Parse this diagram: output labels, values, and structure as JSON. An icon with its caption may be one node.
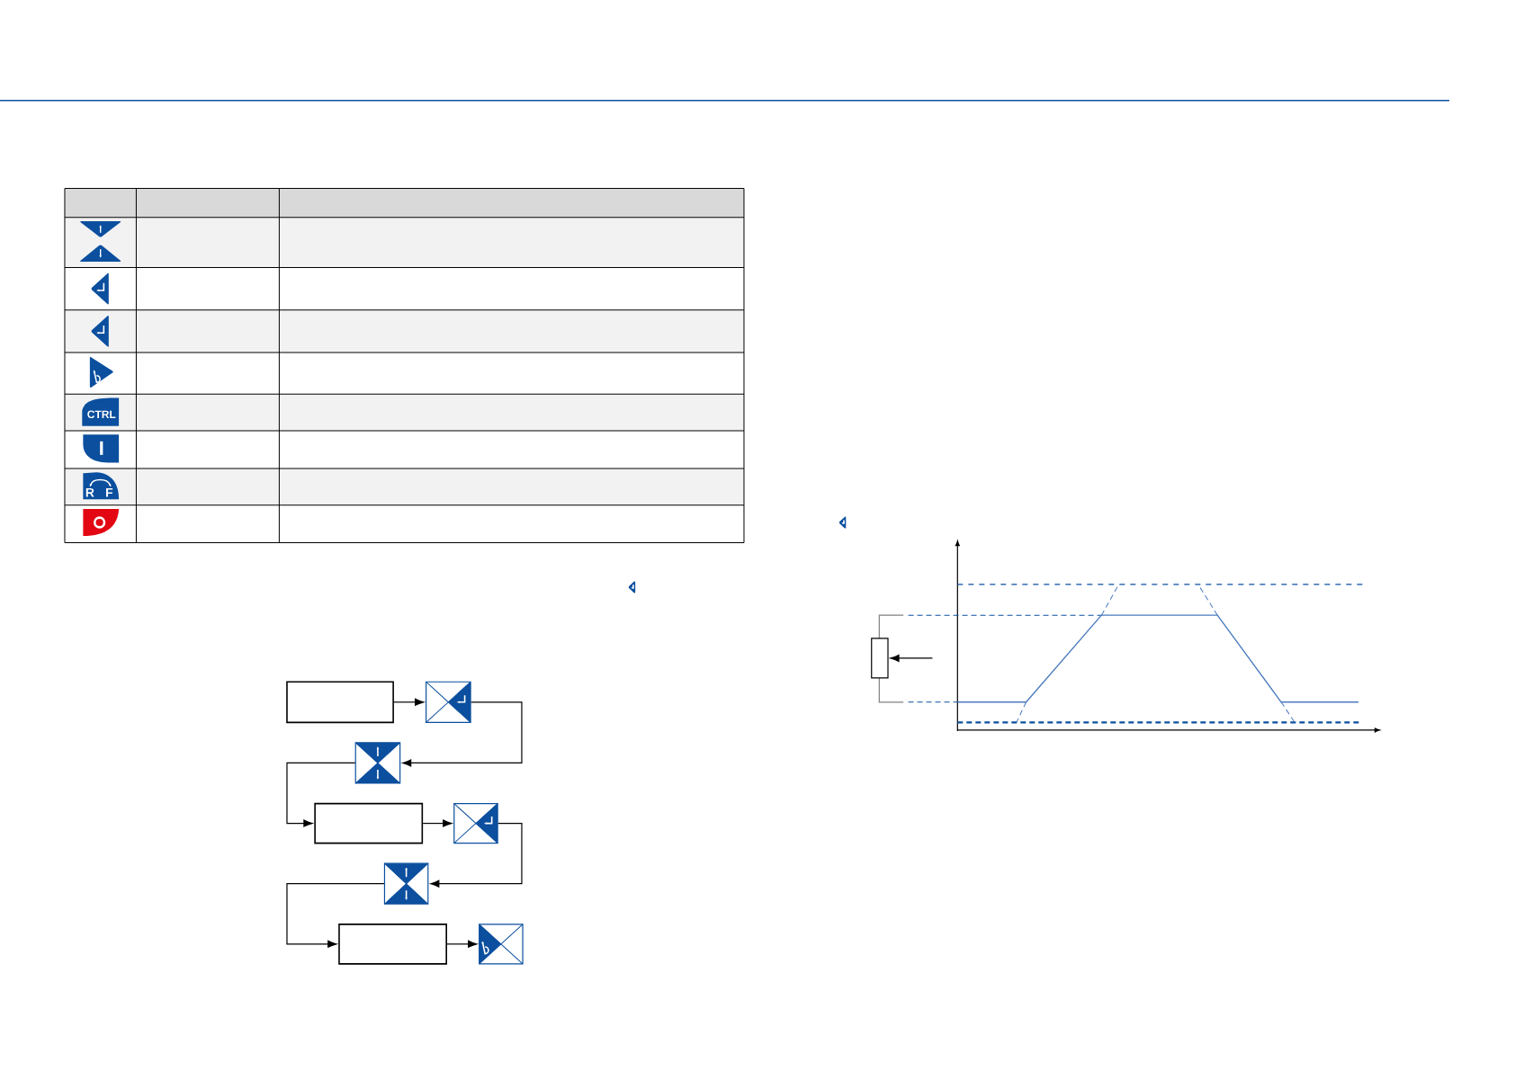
{
  "diagram": {
    "nodes": [
      {
        "text": [],
        "shape": "box"
      },
      {
        "text": [],
        "shape": "picture"
      },
      {
        "text": [],
        "shape": "picture"
      },
      {
        "text": [],
        "shape": "box"
      },
      {
        "text": [],
        "shape": "picture"
      },
      {
        "text": [],
        "shape": "picture"
      },
      {
        "text": [],
        "shape": "box"
      },
      {
        "text": [],
        "shape": "picture"
      },
      {
        "text": [],
        "shape": "box"
      }
    ],
    "edges": [
      {
        "from": 0,
        "to": 1,
        "arrow": "to"
      },
      {
        "from": 1,
        "to": 2,
        "arrow": "to"
      },
      {
        "from": 2,
        "to": 3,
        "arrow": "to"
      },
      {
        "from": 3,
        "to": 4,
        "arrow": "to"
      },
      {
        "from": 4,
        "to": 5,
        "arrow": "to"
      },
      {
        "from": 5,
        "to": 6,
        "arrow": "to"
      },
      {
        "from": 6,
        "to": 7,
        "arrow": "to"
      },
      {
        "from": null,
        "to": 8,
        "arrow": "to"
      }
    ],
    "labels": [
      "CTRL",
      "R",
      "F"
    ]
  }
}
